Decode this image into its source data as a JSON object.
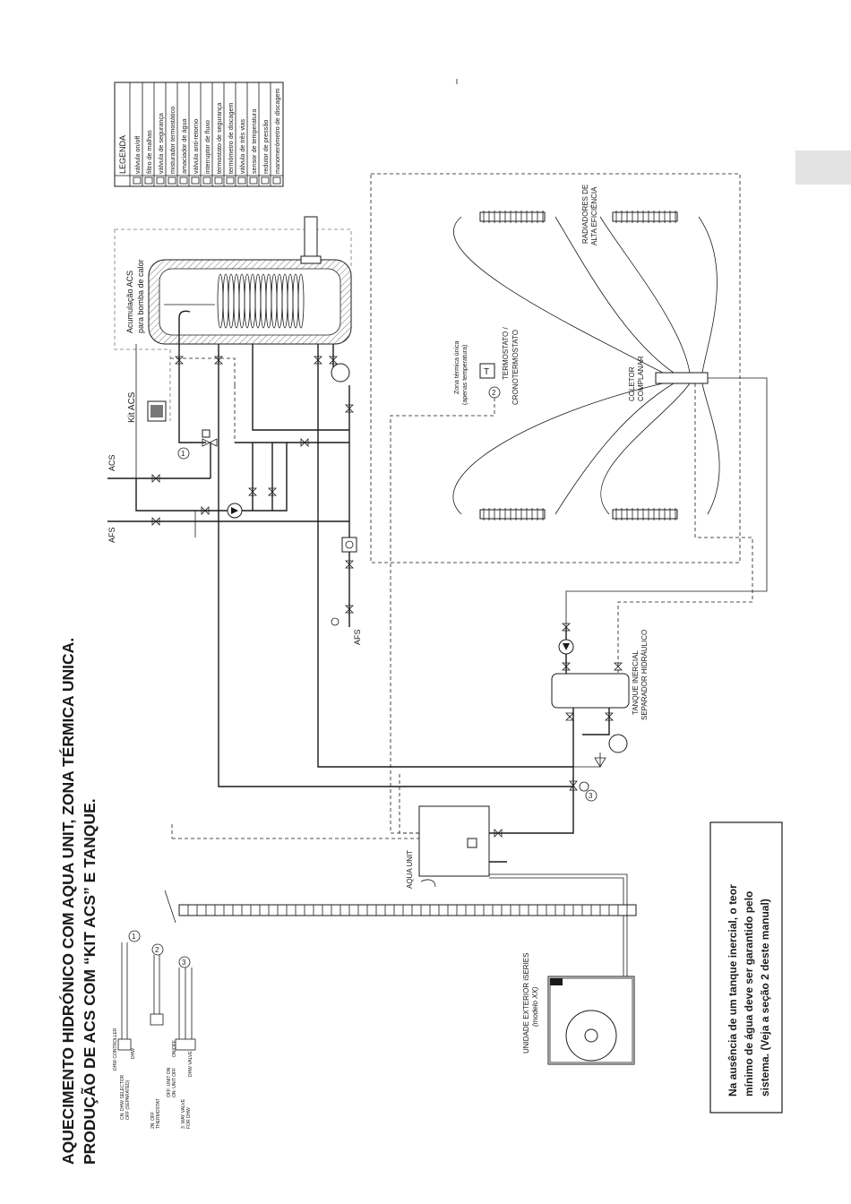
{
  "title": {
    "line1": "AQUECIMENTO HIDRÓNICO COM AQUA UNIT, ZONA TÉRMICA UNICA.",
    "line2": "PRODUÇÃO DE ACS COM “KIT ACS” E TANQUE."
  },
  "legend": {
    "heading": "LEGENDA",
    "items": [
      {
        "icon": "on-off-valve-icon",
        "label": "válvula on/off"
      },
      {
        "icon": "mesh-filter-icon",
        "label": "filtro de malhas"
      },
      {
        "icon": "safety-valve-icon",
        "label": "válvula de segurança"
      },
      {
        "icon": "thermostatic-mixer-icon",
        "label": "misturador termostático"
      },
      {
        "icon": "water-softener-icon",
        "label": "amaciador de água"
      },
      {
        "icon": "check-valve-icon",
        "label": "válvula anti-retorno"
      },
      {
        "icon": "flow-switch-icon",
        "label": "interruptor de fluxo"
      },
      {
        "icon": "safety-thermostat-icon",
        "label": "termostato de segurança"
      },
      {
        "icon": "discharge-thermometer-icon",
        "label": "termómetro de discagem"
      },
      {
        "icon": "three-way-valve-icon",
        "label": "válvula de três vias"
      },
      {
        "icon": "temperature-sensor-icon",
        "label": "sensor de temperatura"
      },
      {
        "icon": "pressure-reducer-icon",
        "label": "redutor de pressão"
      },
      {
        "icon": "discharge-manometer-icon",
        "label": "manomerómetro de discagem"
      }
    ]
  },
  "labels": {
    "tank": [
      "Acumulação ACS",
      "para bomba de calor"
    ],
    "kit_acs": "Kit ACS",
    "acs": "ACS",
    "afs_top": "AFS",
    "afs_bottom": "AFS",
    "zone": [
      "Zona térmica única",
      "(apenas temperatura)"
    ],
    "thermostat": [
      "TERMOSTATO /",
      "CRONOTERMOSTATO"
    ],
    "collector": [
      "COLETOR",
      "COMPLANAR"
    ],
    "radiators": [
      "RADIADORES DE",
      "ALTA EFICIÊNCIA"
    ],
    "inertial_tank": [
      "TANQUE INERCIAL",
      "SEPARADOR HIDRÁULICO"
    ],
    "aqua_unit": "AQUA UNIT",
    "outdoor_unit": [
      "UNIDADE EXTERIOR iSERIES",
      "(modelo XX)"
    ],
    "mark1": "1",
    "mark2": "2",
    "mark3": "3"
  },
  "wiring": {
    "block1": [
      "CN: DHW SELECTOR",
      "OFF (SEPARATED)",
      "DHW CONTROLLER",
      "DHW"
    ],
    "block2": [
      "2N: OFF",
      "THERMOSTAT",
      "OFF: UNIT ON",
      "ON: UNIT OFF",
      "ON/OFF"
    ],
    "block3": [
      "3: WAY VALVE",
      "FOR DHW",
      "DHW VALVE"
    ]
  },
  "note": [
    "Na ausência de um tanque inercial, o teor",
    "mínimo de água deve ser garantido pelo",
    "sistema. (Veja a seção 2 deste manual)"
  ]
}
